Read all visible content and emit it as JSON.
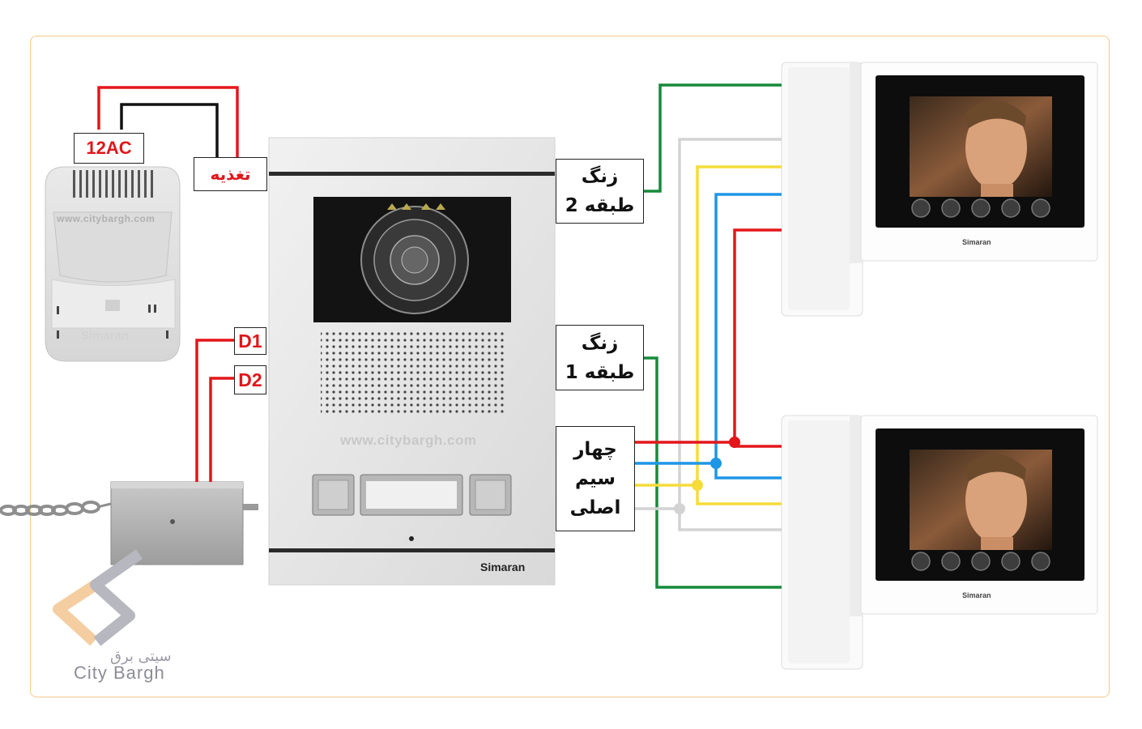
{
  "labels": {
    "ac": "12AC",
    "power": "تغذیه",
    "d1": "D1",
    "d2": "D2",
    "bell_floor2": [
      "زنگ",
      "طبقه 2"
    ],
    "bell_floor1": [
      "زنگ",
      "طبقه 1"
    ],
    "main_wires": [
      "چهار",
      "سیم",
      "اصلی"
    ]
  },
  "watermarks": {
    "site": "www.citybargh.com",
    "brand": "Simaran",
    "logo_fa": "سیتی برق",
    "logo_en": "City Bargh"
  },
  "colors": {
    "power_red": "#e4161b",
    "black": "#111111",
    "green": "#178a3b",
    "grey": "#d3d3d3",
    "yellow": "#f6dc3b",
    "blue": "#1e96e6",
    "red": "#e4161b",
    "frame": "#f2c98a"
  }
}
